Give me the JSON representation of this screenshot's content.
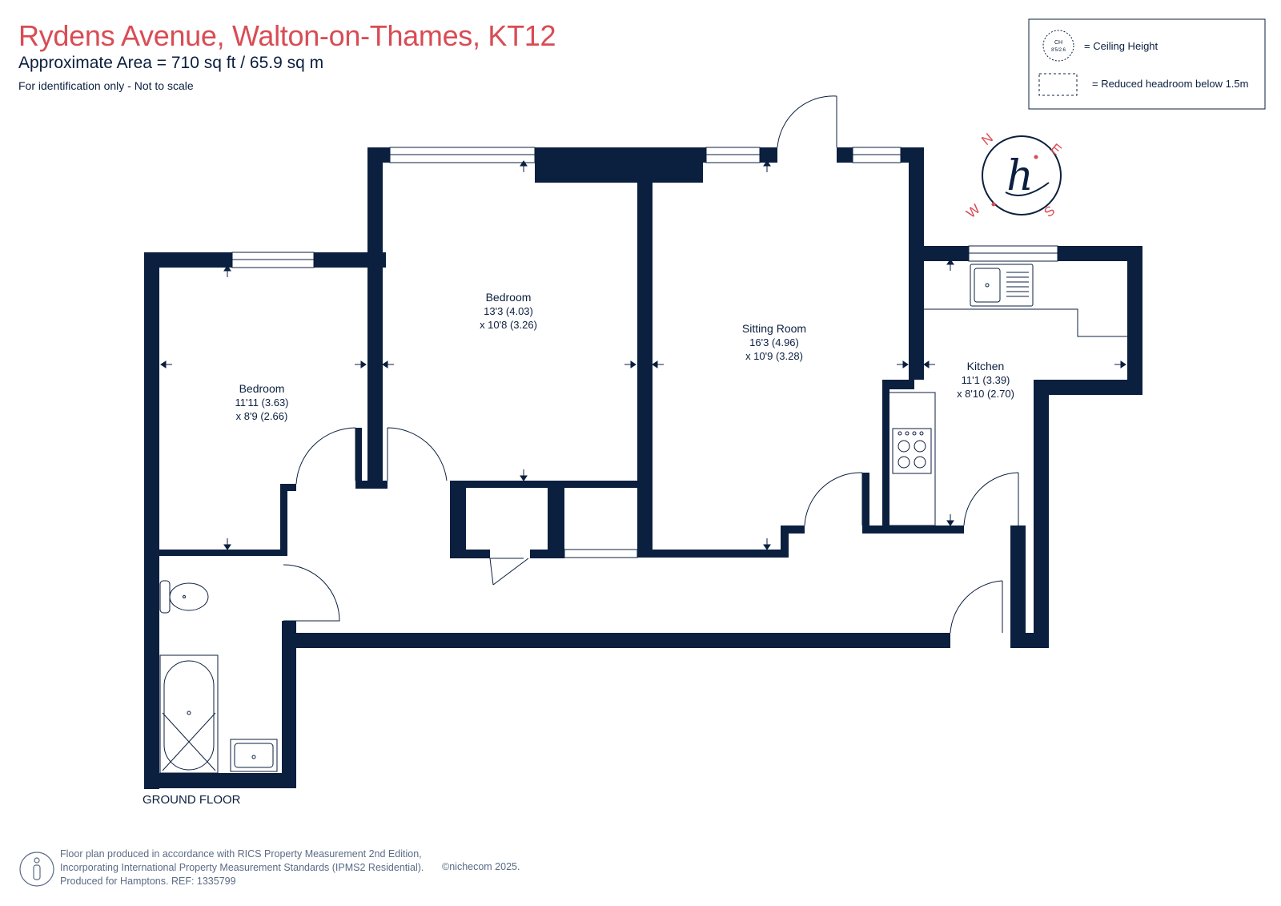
{
  "header": {
    "title": "Rydens Avenue, Walton-on-Thames, KT12",
    "area": "Approximate Area = 710 sq ft / 65.9 sq m",
    "note": "For identification only - Not to scale"
  },
  "legend": {
    "ceiling_badge": "CH",
    "ceiling_badge_sub": "8'5/2.6",
    "ceiling_label": "= Ceiling Height",
    "reduced_label": "= Reduced headroom below 1.5m"
  },
  "compass": {
    "n": "N",
    "e": "E",
    "s": "S",
    "w": "W",
    "logo": "h"
  },
  "rooms": {
    "bedroom1": {
      "name": "Bedroom",
      "dim1": "11'11 (3.63)",
      "dim2": "x 8'9 (2.66)"
    },
    "bedroom2": {
      "name": "Bedroom",
      "dim1": "13'3 (4.03)",
      "dim2": "x 10'8 (3.26)"
    },
    "sitting": {
      "name": "Sitting Room",
      "dim1": "16'3 (4.96)",
      "dim2": "x 10'9 (3.28)"
    },
    "kitchen": {
      "name": "Kitchen",
      "dim1": "11'1 (3.39)",
      "dim2": "x 8'10 (2.70)"
    }
  },
  "floor_label": "GROUND FLOOR",
  "footer": {
    "line1": "Floor plan produced in accordance with RICS Property Measurement 2nd Edition,",
    "line2": "Incorporating International Property Measurement Standards (IPMS2 Residential).",
    "line3": "Produced for Hamptons.   REF: 1335799",
    "copyright": "©nichecom 2025."
  },
  "colors": {
    "wall": "#0b1f3f",
    "title": "#d94c54",
    "footer": "#5a6b85"
  }
}
